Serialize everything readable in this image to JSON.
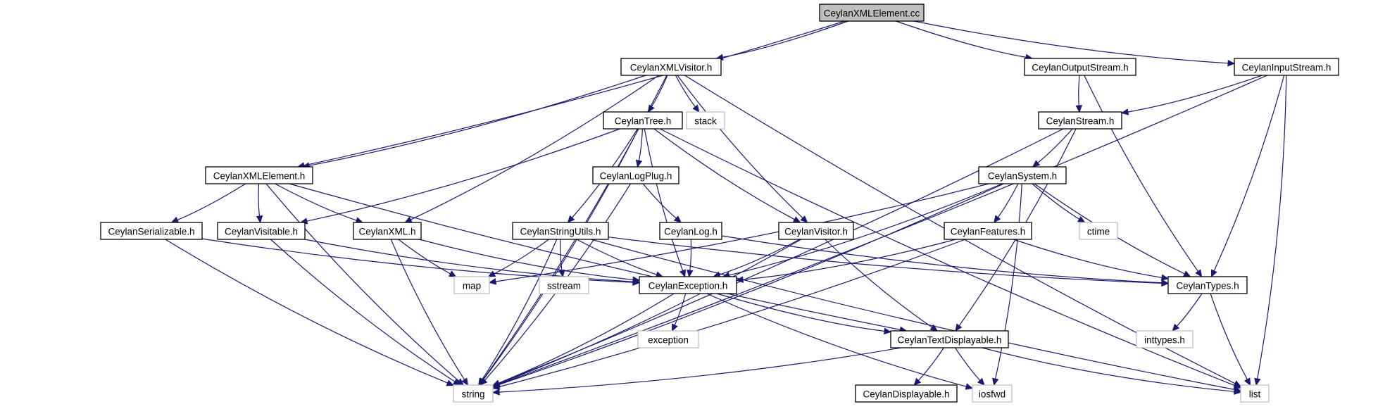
{
  "graph": {
    "nodes": {
      "root": "CeylanXMLElement.cc",
      "xmlvisitor_h": "CeylanXMLVisitor.h",
      "outputstream_h": "CeylanOutputStream.h",
      "inputstream_h": "CeylanInputStream.h",
      "tree_h": "CeylanTree.h",
      "stack": "stack",
      "stream_h": "CeylanStream.h",
      "xmlelement_h": "CeylanXMLElement.h",
      "logplug_h": "CeylanLogPlug.h",
      "system_h": "CeylanSystem.h",
      "serializable_h": "CeylanSerializable.h",
      "visitable_h": "CeylanVisitable.h",
      "xml_h": "CeylanXML.h",
      "stringutils_h": "CeylanStringUtils.h",
      "log_h": "CeylanLog.h",
      "visitor_h": "CeylanVisitor.h",
      "features_h": "CeylanFeatures.h",
      "ctime": "ctime",
      "map": "map",
      "sstream": "sstream",
      "exception_h": "CeylanException.h",
      "types_h": "CeylanTypes.h",
      "exception": "exception",
      "textdisplayable_h": "CeylanTextDisplayable.h",
      "inttypes_h": "inttypes.h",
      "string": "string",
      "displayable_h": "CeylanDisplayable.h",
      "iosfwd": "iosfwd",
      "list": "list"
    },
    "root_node": "root",
    "external_nodes": [
      "stack",
      "ctime",
      "map",
      "sstream",
      "exception",
      "inttypes_h",
      "string",
      "iosfwd",
      "list"
    ],
    "edges": [
      [
        "root",
        "xmlvisitor_h"
      ],
      [
        "root",
        "outputstream_h"
      ],
      [
        "root",
        "inputstream_h"
      ],
      [
        "root",
        "xmlelement_h"
      ],
      [
        "xmlvisitor_h",
        "tree_h"
      ],
      [
        "xmlvisitor_h",
        "stack"
      ],
      [
        "xmlvisitor_h",
        "xmlelement_h"
      ],
      [
        "xmlvisitor_h",
        "xml_h"
      ],
      [
        "xmlvisitor_h",
        "visitor_h"
      ],
      [
        "xmlvisitor_h",
        "string"
      ],
      [
        "xmlvisitor_h",
        "list"
      ],
      [
        "outputstream_h",
        "stream_h"
      ],
      [
        "outputstream_h",
        "types_h"
      ],
      [
        "inputstream_h",
        "stream_h"
      ],
      [
        "inputstream_h",
        "types_h"
      ],
      [
        "inputstream_h",
        "string"
      ],
      [
        "inputstream_h",
        "list"
      ],
      [
        "tree_h",
        "logplug_h"
      ],
      [
        "tree_h",
        "visitable_h"
      ],
      [
        "tree_h",
        "stringutils_h"
      ],
      [
        "tree_h",
        "visitor_h"
      ],
      [
        "tree_h",
        "exception_h"
      ],
      [
        "tree_h",
        "string"
      ],
      [
        "tree_h",
        "list"
      ],
      [
        "stream_h",
        "system_h"
      ],
      [
        "stream_h",
        "textdisplayable_h"
      ],
      [
        "stream_h",
        "string"
      ],
      [
        "xmlelement_h",
        "serializable_h"
      ],
      [
        "xmlelement_h",
        "visitable_h"
      ],
      [
        "xmlelement_h",
        "xml_h"
      ],
      [
        "xmlelement_h",
        "textdisplayable_h"
      ],
      [
        "xmlelement_h",
        "string"
      ],
      [
        "logplug_h",
        "log_h"
      ],
      [
        "logplug_h",
        "string"
      ],
      [
        "system_h",
        "features_h"
      ],
      [
        "system_h",
        "ctime"
      ],
      [
        "system_h",
        "types_h"
      ],
      [
        "system_h",
        "exception_h"
      ],
      [
        "system_h",
        "map"
      ],
      [
        "system_h",
        "iosfwd"
      ],
      [
        "system_h",
        "string"
      ],
      [
        "serializable_h",
        "exception_h"
      ],
      [
        "serializable_h",
        "string"
      ],
      [
        "visitable_h",
        "exception_h"
      ],
      [
        "visitable_h",
        "string"
      ],
      [
        "xml_h",
        "map"
      ],
      [
        "xml_h",
        "exception_h"
      ],
      [
        "xml_h",
        "string"
      ],
      [
        "stringutils_h",
        "map"
      ],
      [
        "stringutils_h",
        "sstream"
      ],
      [
        "stringutils_h",
        "exception_h"
      ],
      [
        "stringutils_h",
        "string"
      ],
      [
        "stringutils_h",
        "list"
      ],
      [
        "stringutils_h",
        "types_h"
      ],
      [
        "log_h",
        "exception_h"
      ],
      [
        "log_h",
        "types_h"
      ],
      [
        "visitor_h",
        "exception_h"
      ],
      [
        "visitor_h",
        "textdisplayable_h"
      ],
      [
        "visitor_h",
        "string"
      ],
      [
        "features_h",
        "exception_h"
      ],
      [
        "features_h",
        "types_h"
      ],
      [
        "features_h",
        "string"
      ],
      [
        "exception_h",
        "exception"
      ],
      [
        "exception_h",
        "textdisplayable_h"
      ],
      [
        "exception_h",
        "iosfwd"
      ],
      [
        "exception_h",
        "string"
      ],
      [
        "types_h",
        "inttypes_h"
      ],
      [
        "types_h",
        "list"
      ],
      [
        "textdisplayable_h",
        "displayable_h"
      ],
      [
        "textdisplayable_h",
        "iosfwd"
      ],
      [
        "textdisplayable_h",
        "string"
      ],
      [
        "textdisplayable_h",
        "list"
      ]
    ]
  }
}
